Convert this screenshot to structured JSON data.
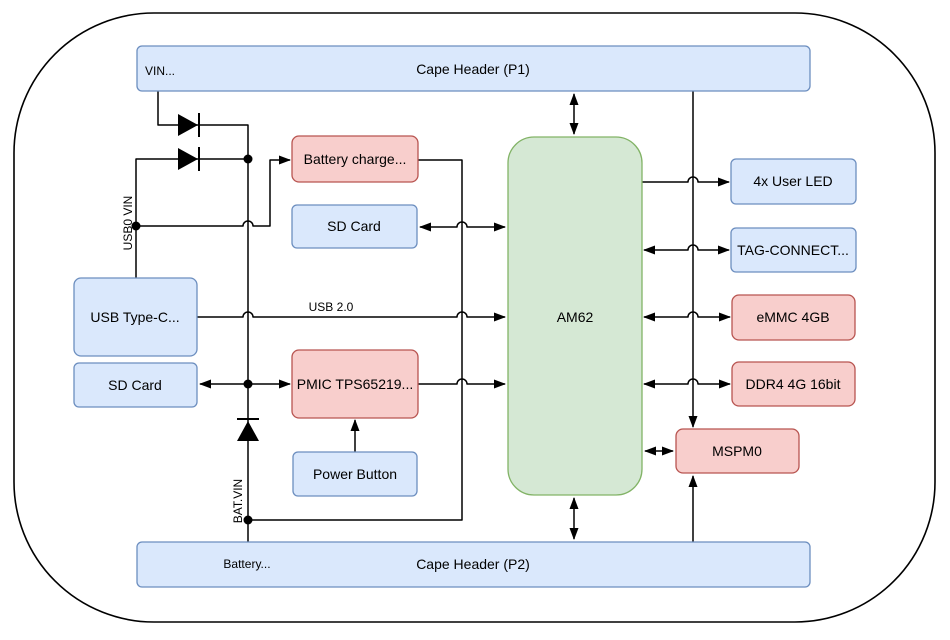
{
  "palette": {
    "canvas": "#ffffff",
    "line": "#000000",
    "text": "#000000",
    "blue": {
      "fill": "#dae8fc",
      "stroke": "#6c8ebf"
    },
    "red": {
      "fill": "#f8cecc",
      "stroke": "#b85450"
    },
    "green": {
      "fill": "#d5e8d4",
      "stroke": "#82b366"
    }
  },
  "nodes": {
    "cape_p1": {
      "label": "Cape Header (P1)",
      "pin_label": "VIN...",
      "color": "blue"
    },
    "battery_charger": {
      "label": "Battery charge...",
      "color": "red"
    },
    "sd_card_top": {
      "label": "SD Card",
      "color": "blue"
    },
    "usb_type_c": {
      "label": "USB Type-C...",
      "color": "blue"
    },
    "sd_card_left": {
      "label": "SD Card",
      "color": "blue"
    },
    "pmic": {
      "label": "PMIC TPS65219...",
      "color": "red"
    },
    "power_button": {
      "label": "Power Button",
      "color": "blue"
    },
    "am62": {
      "label": "AM62",
      "color": "green"
    },
    "user_led": {
      "label": "4x User LED",
      "color": "blue"
    },
    "tag_connect": {
      "label": "TAG-CONNECT...",
      "color": "blue"
    },
    "emmc": {
      "label": "eMMC 4GB",
      "color": "red"
    },
    "ddr4": {
      "label": "DDR4 4G 16bit",
      "color": "red"
    },
    "mspm0": {
      "label": "MSPM0",
      "color": "red"
    },
    "cape_p2": {
      "label": "Cape Header (P2)",
      "pin_label": "Battery...",
      "color": "blue"
    }
  },
  "wire_labels": {
    "usb0_vin": "USB0 VIN",
    "usb2": "USB 2.0",
    "bat_vin": "BAT.VIN"
  }
}
